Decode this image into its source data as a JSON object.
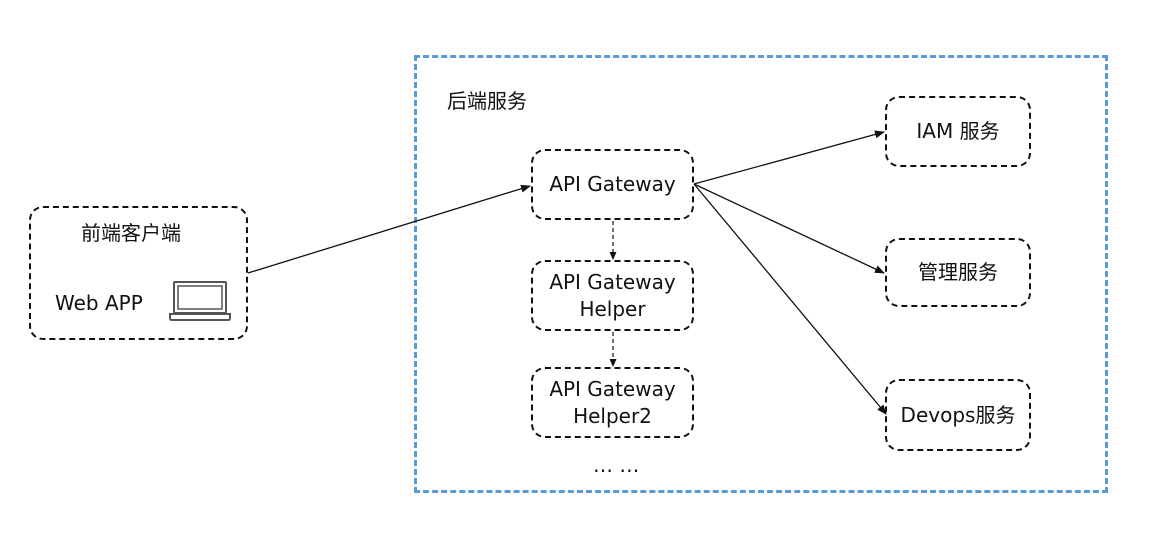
{
  "backend": {
    "title": "后端服务"
  },
  "frontend": {
    "title": "前端客户端",
    "app_label": "Web APP",
    "device_icon": "laptop-icon"
  },
  "gateway": {
    "line1": "API Gateway"
  },
  "helper1": {
    "line1": "API Gateway",
    "line2": "Helper"
  },
  "helper2": {
    "line1": "API Gateway",
    "line2": "Helper2"
  },
  "ellipsis": "… …",
  "services": {
    "iam": "IAM 服务",
    "mgmt": "管理服务",
    "devops": "Devops服务"
  },
  "colors": {
    "container_border": "#5b9bd5",
    "line": "#111111"
  }
}
